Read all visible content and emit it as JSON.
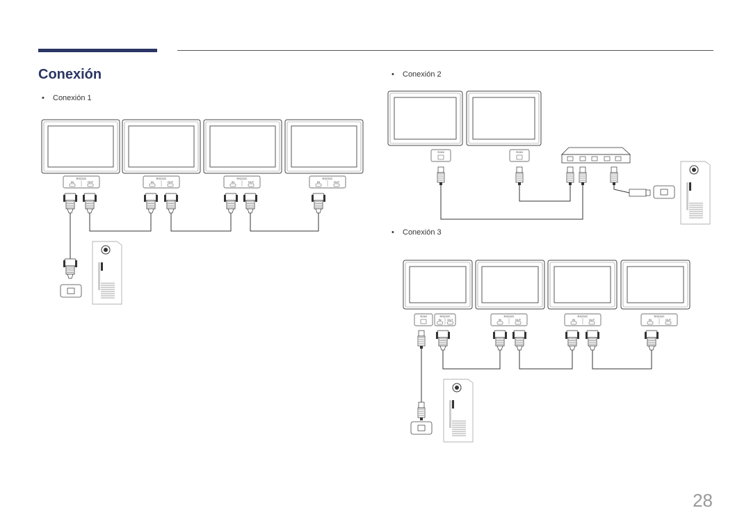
{
  "header": {
    "accent_color": "#2b3564"
  },
  "section": {
    "title": "Conexión"
  },
  "connections": [
    {
      "label": "Conexión 1"
    },
    {
      "label": "Conexión 2"
    },
    {
      "label": "Conexión 3"
    }
  ],
  "ports": {
    "rs232c": "RS232C",
    "rj45": "RJ45",
    "in": "IN",
    "out": "OUT"
  },
  "page_number": "28"
}
